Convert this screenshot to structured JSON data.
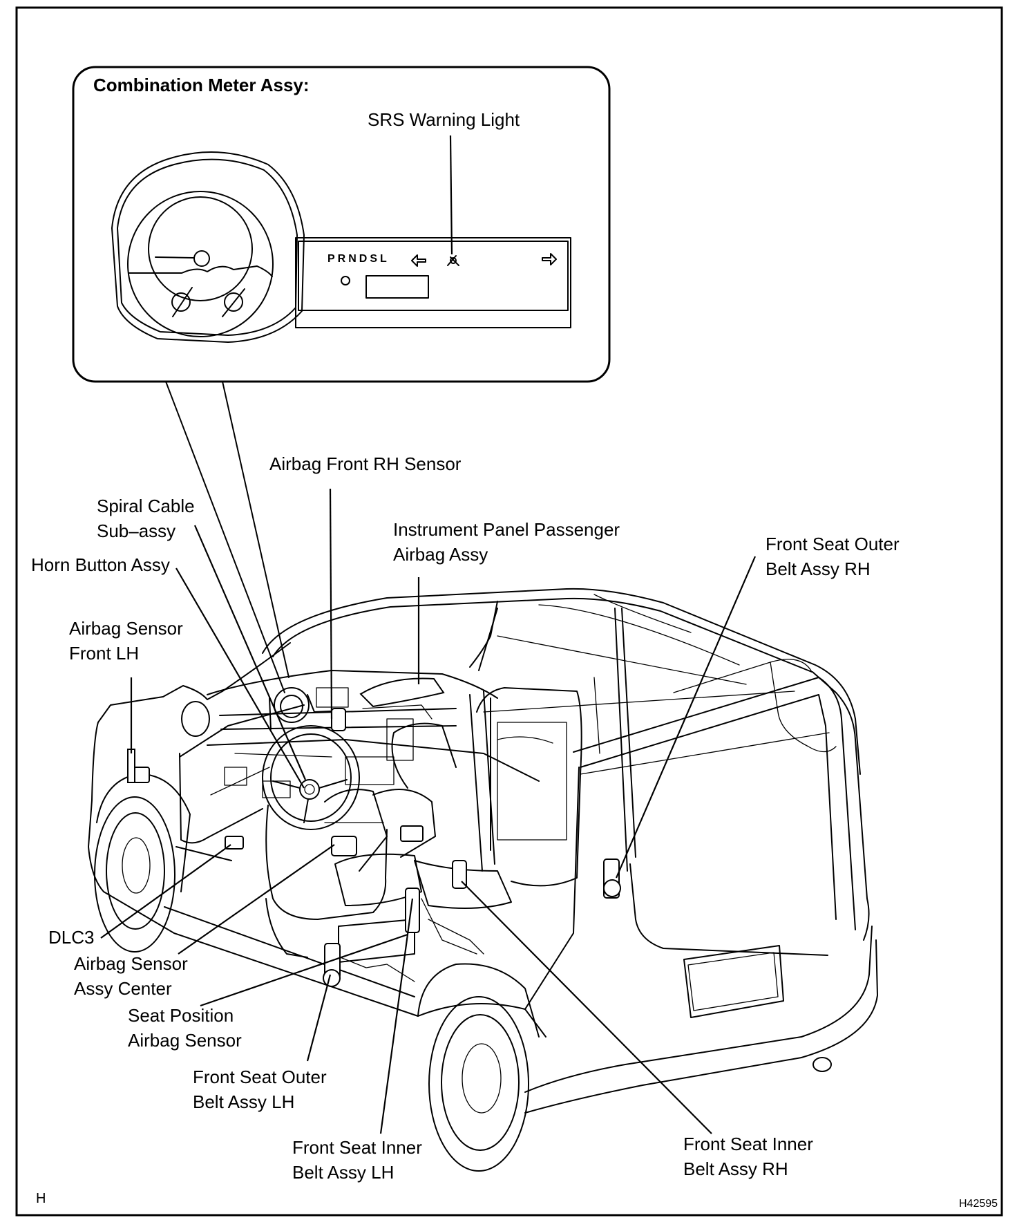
{
  "inset": {
    "title": "Combination Meter Assy:",
    "srs_label": "SRS Warning Light",
    "gear_indicator": "PRNDSL"
  },
  "labels": {
    "airbag_front_rh_sensor": "Airbag Front RH Sensor",
    "spiral_cable_1": "Spiral Cable",
    "spiral_cable_2": "Sub–assy",
    "instrument_panel_1": "Instrument Panel Passenger",
    "instrument_panel_2": "Airbag Assy",
    "front_seat_outer_rh_1": "Front Seat Outer",
    "front_seat_outer_rh_2": "Belt Assy RH",
    "horn_button": "Horn Button Assy",
    "airbag_sensor_front_lh_1": "Airbag Sensor",
    "airbag_sensor_front_lh_2": "Front LH",
    "dlc3": "DLC3",
    "airbag_sensor_center_1": "Airbag Sensor",
    "airbag_sensor_center_2": "Assy Center",
    "seat_position_1": "Seat Position",
    "seat_position_2": "Airbag Sensor",
    "front_seat_outer_lh_1": "Front Seat Outer",
    "front_seat_outer_lh_2": "Belt Assy LH",
    "front_seat_inner_lh_1": "Front Seat Inner",
    "front_seat_inner_lh_2": "Belt Assy LH",
    "front_seat_inner_rh_1": "Front Seat Inner",
    "front_seat_inner_rh_2": "Belt Assy RH"
  },
  "corner": {
    "left": "H",
    "right": "H42595"
  }
}
